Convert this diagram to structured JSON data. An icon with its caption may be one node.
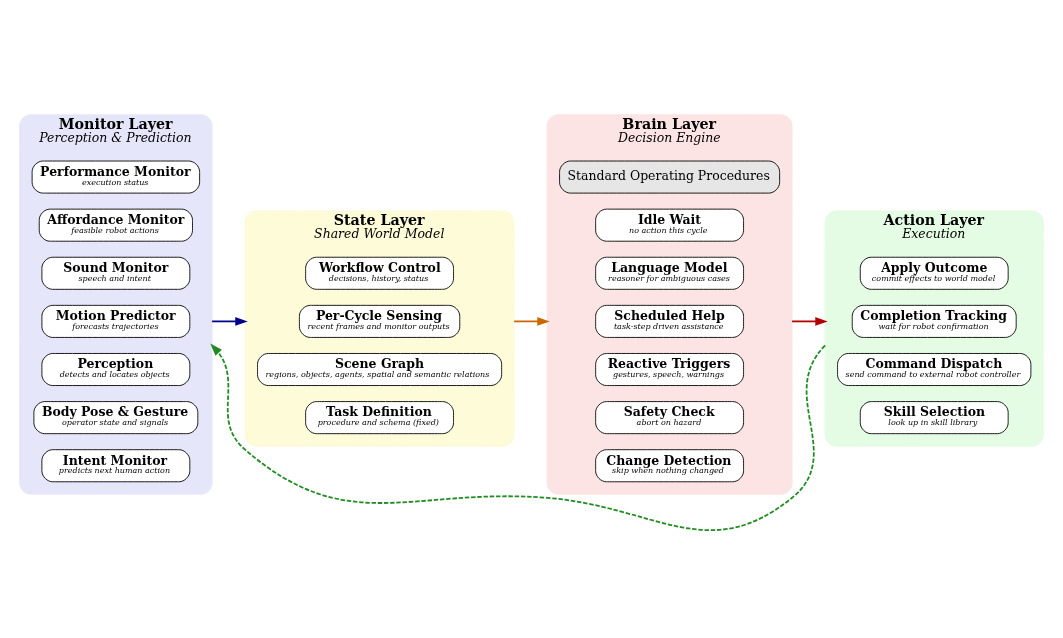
{
  "diagram": {
    "nodes": [
      {
        "text": [
          "Monitor Layer",
          "Perception & Prediction"
        ]
      },
      {
        "text": [
          "Intent Monitor",
          "predicts next human action"
        ],
        "in": 0
      },
      {
        "text": [
          "Body Pose & Gesture",
          "operator state and signals"
        ],
        "in": 0
      },
      {
        "text": [
          "Perception",
          "detects and locates objects"
        ],
        "in": 0
      },
      {
        "text": [
          "Motion Predictor",
          "forecasts trajectories"
        ],
        "in": 0
      },
      {
        "text": [
          "Sound Monitor",
          "speech and intent"
        ],
        "in": 0
      },
      {
        "text": [
          "Affordance Monitor",
          "feasible robot actions"
        ],
        "in": 0
      },
      {
        "text": [
          "Performance Monitor",
          "execution status"
        ],
        "in": 0
      },
      {
        "text": [
          "State Layer",
          "Shared World Model"
        ]
      },
      {
        "text": [
          "Task Definition",
          "procedure and schema (fixed)"
        ],
        "in": 8
      },
      {
        "text": [
          "Scene Graph",
          "regions, objects, agents, spatial and semantic relations"
        ],
        "in": 8
      },
      {
        "text": [
          "Per-Cycle Sensing",
          "recent frames and monitor outputs"
        ],
        "in": 8
      },
      {
        "text": [
          "Workflow Control",
          "decisions, history, status"
        ],
        "in": 8
      },
      {
        "text": [
          "Brain Layer",
          "Decision Engine"
        ]
      },
      {
        "text": [
          "Change Detection",
          "skip when nothing changed"
        ],
        "in": 13
      },
      {
        "text": [
          "Safety Check",
          "abort on hazard"
        ],
        "in": 13
      },
      {
        "text": [
          "Reactive Triggers",
          "gestures, speech, warnings"
        ],
        "in": 13
      },
      {
        "text": [
          "Scheduled Help",
          "task-step driven assistance"
        ],
        "in": 13
      },
      {
        "text": [
          "Language Model",
          "reasoner for ambiguous cases"
        ],
        "in": 13
      },
      {
        "text": [
          "Idle Wait",
          "no action this cycle"
        ],
        "in": 13
      },
      {
        "text": [
          "Standard Operating Procedures"
        ],
        "in": 13
      },
      {
        "text": [
          "Action Layer",
          "Execution"
        ]
      },
      {
        "text": [
          "Skill Selection",
          "look up in skill library"
        ],
        "in": 21
      },
      {
        "text": [
          "Command Dispatch",
          "send command to external robot controller"
        ],
        "in": 21
      },
      {
        "text": [
          "Completion Tracking",
          "wait for robot confirmation"
        ],
        "in": 21
      },
      {
        "text": [
          "Apply Outcome",
          "commit effects to world model"
        ],
        "in": 21
      }
    ],
    "edges": [
      {
        "from": 0,
        "to": 8,
        "arrow": "to",
        "color": "#00008b"
      },
      {
        "from": 8,
        "to": 13,
        "arrow": "to",
        "color": "#cc6600"
      },
      {
        "from": 13,
        "to": 21,
        "arrow": "to",
        "color": "#b30000"
      },
      {
        "from": 21,
        "to": 0,
        "arrow": "to",
        "style": "dashed",
        "color": "#228b22"
      }
    ]
  }
}
